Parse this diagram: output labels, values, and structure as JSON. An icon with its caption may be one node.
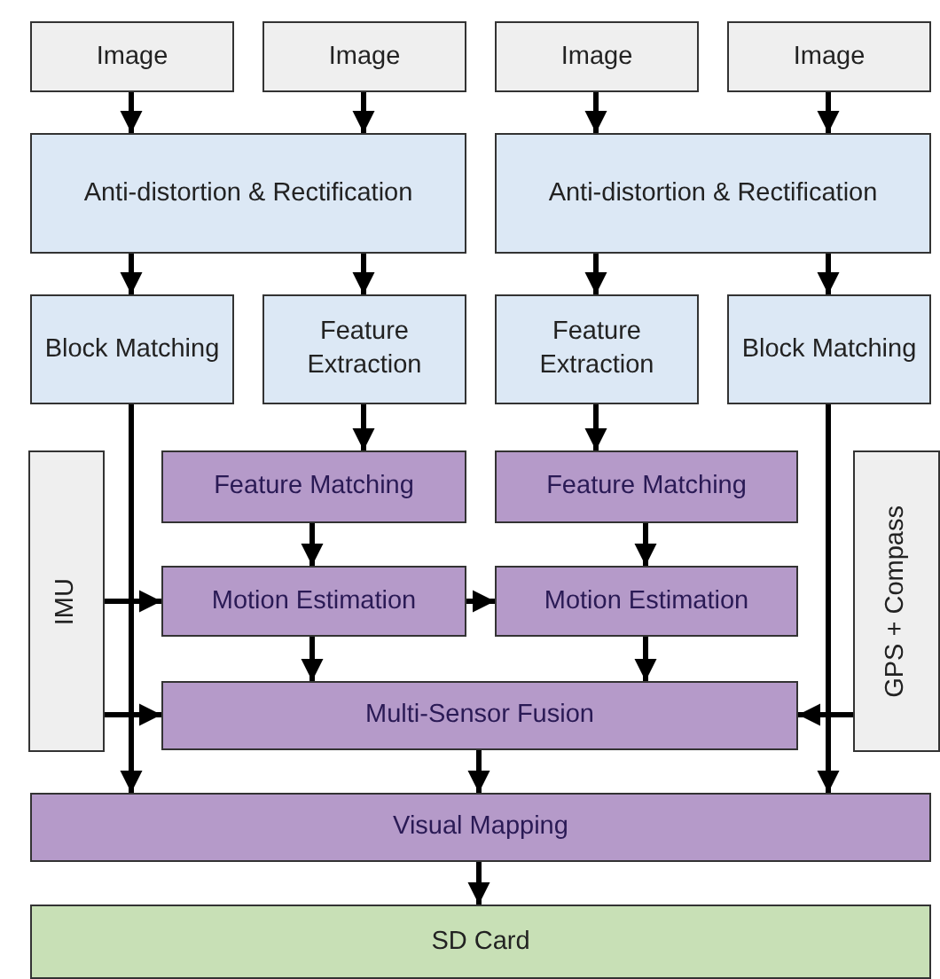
{
  "diagram": {
    "nodes": [
      {
        "text": [
          "Image"
        ]
      },
      {
        "text": [
          "Image"
        ]
      },
      {
        "text": [
          "Image"
        ]
      },
      {
        "text": [
          "Image"
        ]
      },
      {
        "text": [
          "Anti-distortion & Rectification"
        ]
      },
      {
        "text": [
          "Anti-distortion & Rectification"
        ]
      },
      {
        "text": [
          "Block Matching"
        ]
      },
      {
        "text": [
          "Feature Extraction"
        ]
      },
      {
        "text": [
          "Feature Extraction"
        ]
      },
      {
        "text": [
          "Block Matching"
        ]
      },
      {
        "text": [
          "IMU"
        ]
      },
      {
        "text": [
          "Feature Matching"
        ]
      },
      {
        "text": [
          "Feature Matching"
        ]
      },
      {
        "text": [
          "GPS + Compass"
        ]
      },
      {
        "text": [
          "Motion Estimation"
        ]
      },
      {
        "text": [
          "Motion Estimation"
        ]
      },
      {
        "text": [
          "Multi-Sensor Fusion"
        ]
      },
      {
        "text": [
          "Visual Mapping"
        ]
      },
      {
        "text": [
          "SD Card"
        ]
      }
    ],
    "edges": [
      {
        "from": 0,
        "to": 4,
        "arrow": "to"
      },
      {
        "from": 1,
        "to": 4,
        "arrow": "to"
      },
      {
        "from": 2,
        "to": 5,
        "arrow": "to"
      },
      {
        "from": 3,
        "to": 5,
        "arrow": "to"
      },
      {
        "from": 4,
        "to": 6,
        "arrow": "to"
      },
      {
        "from": 4,
        "to": 7,
        "arrow": "to"
      },
      {
        "from": 5,
        "to": 8,
        "arrow": "to"
      },
      {
        "from": 5,
        "to": 9,
        "arrow": "to"
      },
      {
        "from": 7,
        "to": 11,
        "arrow": "to"
      },
      {
        "from": 8,
        "to": 12,
        "arrow": "to"
      },
      {
        "from": 11,
        "to": 14,
        "arrow": "to"
      },
      {
        "from": 12,
        "to": 15,
        "arrow": "to"
      },
      {
        "from": 14,
        "to": 15,
        "arrow": "to"
      },
      {
        "from": 10,
        "to": 14,
        "arrow": "to"
      },
      {
        "from": 14,
        "to": 16,
        "arrow": "to"
      },
      {
        "from": 15,
        "to": 16,
        "arrow": "to"
      },
      {
        "from": 10,
        "to": 16,
        "arrow": "to"
      },
      {
        "from": 13,
        "to": 16,
        "arrow": "to"
      },
      {
        "from": 6,
        "to": 17,
        "arrow": "to"
      },
      {
        "from": 9,
        "to": 17,
        "arrow": "to"
      },
      {
        "from": 16,
        "to": 17,
        "arrow": "to"
      },
      {
        "from": 17,
        "to": 18,
        "arrow": "to"
      }
    ]
  }
}
